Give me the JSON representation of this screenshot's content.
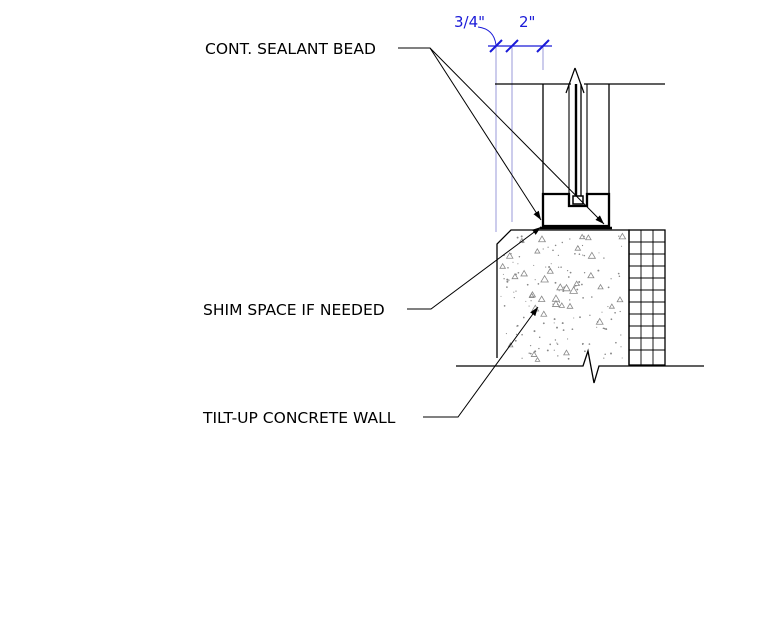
{
  "labels": {
    "sealant": "CONT. SEALANT BEAD",
    "shim": "SHIM SPACE IF NEEDED",
    "wall": "TILT-UP CONCRETE WALL"
  },
  "dimensions": {
    "gap": "3/4\"",
    "frame": "2\""
  },
  "colors": {
    "line": "#000000",
    "dimension": "#1a1ad8",
    "dimension_ext": "#9a9ad8",
    "stipple": "#888888"
  }
}
